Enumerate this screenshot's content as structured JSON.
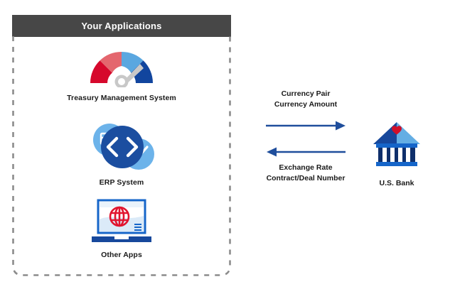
{
  "diagram": {
    "background_color": "#ffffff",
    "apps_panel": {
      "header_title": "Your Applications",
      "header_bg_color": "#474747",
      "header_text_color": "#ffffff",
      "border_style": "dashed",
      "border_color": "#8c8c8c",
      "items": [
        {
          "label": "Treasury Management System",
          "icon": "speedometer-gauge-icon",
          "icon_colors": {
            "segment_dark_red": "#d6082c",
            "segment_light_red": "#e4666e",
            "segment_light_blue": "#5aa7e0",
            "segment_dark_blue": "#11459e",
            "needle": "#c8c8c8"
          }
        },
        {
          "label": "ERP System",
          "icon": "code-brackets-circle-icon",
          "icon_colors": {
            "main_circle": "#1b4ea0",
            "side_circle": "#6cb3ea",
            "glyph": "#ffffff"
          }
        },
        {
          "label": "Other Apps",
          "icon": "laptop-globe-icon",
          "icon_colors": {
            "laptop_frame": "#1565c9",
            "screen_fill": "#dbeaf8",
            "globe": "#e1142f",
            "base": "#17489c"
          }
        }
      ]
    },
    "flow": {
      "outbound_labels": [
        "Currency Pair",
        "Currency Amount"
      ],
      "inbound_labels": [
        "Exchange Rate",
        "Contract/Deal Number"
      ],
      "arrows": [
        {
          "name": "outbound-arrow",
          "direction": "right",
          "color": "#1f4e9c"
        },
        {
          "name": "inbound-arrow",
          "direction": "left",
          "color": "#1f4e9c"
        }
      ]
    },
    "bank": {
      "label": "U.S. Bank",
      "icon": "bank-building-icon",
      "icon_colors": {
        "roof_left": "#17489c",
        "roof_right": "#64aee4",
        "columns": "#0f2f6b",
        "trim": "#1565c9",
        "shield": "#d0102a"
      }
    }
  }
}
